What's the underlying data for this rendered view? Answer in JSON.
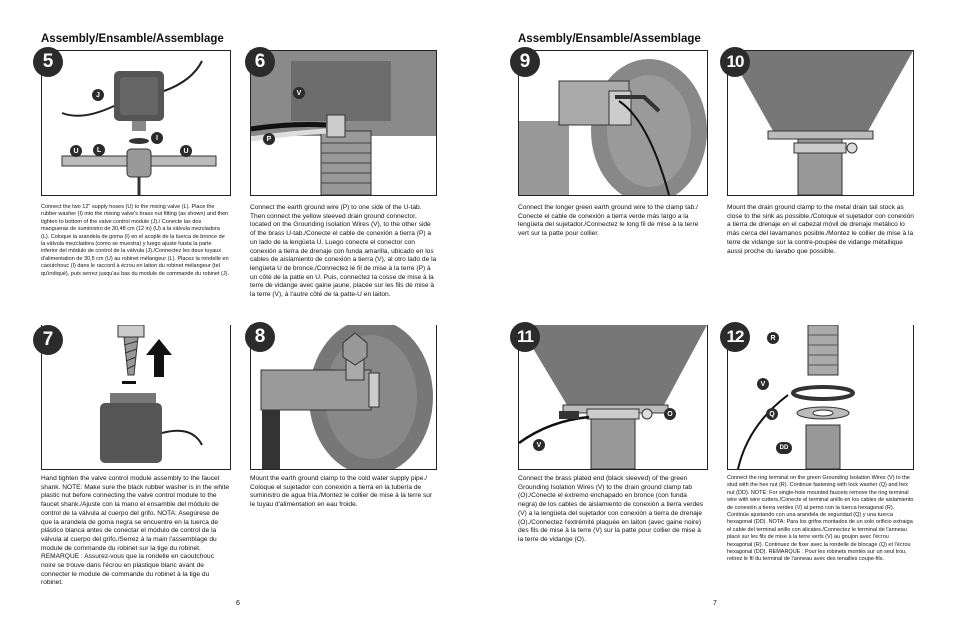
{
  "left_page": {
    "section_title": "Assembly/Ensamble/Assemblage",
    "page_number": "6",
    "steps": [
      {
        "number": "5",
        "labels": [
          "J",
          "I",
          "L",
          "U",
          "U"
        ],
        "caption": "Connect the two 12\" supply hoses (U) to the mixing valve (L). Place the rubber washer (I) into the mixing valve's brass nut fitting (as shown) and then tighten to bottom of the valve control module (J)./ Conecte las dos mangueras de suministro de 30,48 cm (12 in) (U) a la válvula mezcladora (L). Coloque la arandela de goma (I) en el acople de la tuerca de bronce de la válvula mezcladora (como se muestra) y luego ajuste hasta la parte inferior del módulo de control de la válvula (J)./Connectez les deux tuyaux d'alimentation de 30,5 cm (U) au robinet mélangeur (L). Placez la rondelle en caoutchouc (I) dans le raccord à écrou en laiton du robinet mélangeur (tel qu'indiqué), puis serrez jusqu'au bas du module de commande du robinet (J)."
      },
      {
        "number": "6",
        "labels": [
          "V",
          "P"
        ],
        "caption": "Connect the earth ground wire (P) to one side of the U-tab. Then connect the yellow sleeved drain ground connector, located on the Grounding Isolation Wires (V), to the other side of the brass U-tab./Conecte el cable de conexión a tierra (P) a un lado de la lengüeta U. Luego conecte el conector con conexión a tierra de drenaje con funda amarilla, ubicado en los cables de aislamiento de conexión a tierra (V), al otro lado de la lengüeta U de bronce./Connectez le fil de mise à la terre (P) à un côté de la patte en U. Puis, connectez la cosse de mise à la terre de vidange avec gaine jaune, placée sur les fils de mise à la terre (V), à l'autre côté de la patte-U en laiton."
      },
      {
        "number": "7",
        "labels": [],
        "caption": "Hand tighten the valve control module assembly to the faucet shank. NOTE: Make sure the black rubber washer is in the white plastic nut before connecting the valve control module to the faucet shank./Ajuste con la mano el ensamble del módulo de control de la válvula al cuerpo del grifo. NOTA: Asegúrese de que la arandela de goma negra se encuentre en la tuerca de plástico blanca antes de conectar el módulo de control de la válvula al cuerpo del grifo./Serrez à la main l'assemblage du module de commande du robinet sur la tige du robinet. REMARQUE : Assurez-vous que la rondelle en caoutchouc noire se trouve dans l'écrou en plastique blanc avant de connecter le module de commande du robinet à la tige du robinet."
      },
      {
        "number": "8",
        "labels": [],
        "caption": "Mount the earth ground clamp to the cold water supply pipe./ Coloque el sujetador con conexión a tierra en la tubería de suministro de agua fría./Montez le collier de mise à la terre sur le tuyau d'alimentation en eau froide."
      }
    ]
  },
  "right_page": {
    "section_title": "Assembly/Ensamble/Assemblage",
    "page_number": "7",
    "steps": [
      {
        "number": "9",
        "labels": [],
        "caption": "Connect the longer green earth ground wire to the clamp tab./ Conecte el cable de conexión a tierra verde más largo a la lengüeta del sujetador./Connectez le long fil de mise à la terre vert sur la patte pour collier."
      },
      {
        "number": "10",
        "labels": [],
        "caption": "Mount the drain ground clamp to the metal drain tail stock as close to the sink as possible./Coloque el sujetador con conexión a tierra de drenaje en el cabezal móvil de drenaje metálico lo más cerca del lavamanos posible./Montez le collier de mise à la terre de vidange sur la contre-poupée de vidange métallique aussi proche du lavabo que possible."
      },
      {
        "number": "11",
        "labels": [
          "O",
          "V"
        ],
        "caption": "Connect the brass plated end (black sleeved) of the green Grounding Isolation Wires (V) to the drain ground clamp tab (O)./Conecte el extremo enchapado en bronce (con funda negra) de los cables de aislamiento de conexión a tierra verdes (V) a la lengüeta del sujetador con conexión a tierra de drenaje (O)./Connectez l'extrémité plaquée en laiton (avec gaine noire) des fils de mise à la terre (V) sur la patte pour collier de mise à la terre de vidange (O)."
      },
      {
        "number": "12",
        "labels": [
          "R",
          "V",
          "Q",
          "DD"
        ],
        "caption": "Connect the ring terminal on the green Grounding Isolation Wires (V) to the stud with the hex nut (R). Continue fastening with lock washer (Q) and hex nut (DD). NOTE: For single-hole mounted faucets remove the ring terminal wire with wire cutters./Conecte el terminal anillo en los cables de aislamiento de conexión a tierra verdes (V) al perno con la tuerca hexagonal (R). Continúe ajustando con una arandela de seguridad (Q) y una tuerca hexagonal (DD). NOTA: Para los grifos montados de un solo orificio extraiga el cable del terminal anillo con alicates./Connectez le terminal de l'anneau placé sur les fils de mise à la terre verts (V) au goujon avec l'écrou hexagonal (R). Continuez de fixer avec la rondelle de blocage (Q) et l'écrou hexagonal (DD). REMARQUE : Pour les robinets montés sur un seul trou, retirez le fil du terminal de l'anneau avec des tenailles coupe-fils."
      }
    ]
  },
  "colors": {
    "badge": "#2b2b2b",
    "ink": "#111111",
    "metal": "#9a9a9a",
    "dark_metal": "#555555"
  }
}
